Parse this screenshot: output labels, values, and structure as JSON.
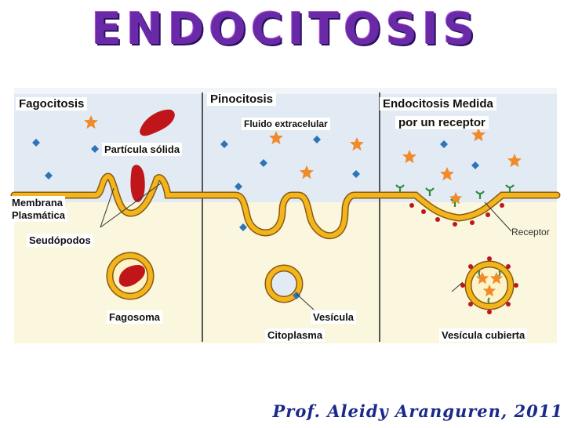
{
  "title": "ENDOCITOSIS",
  "sections": {
    "fagocitosis": "Fagocitosis",
    "pinocitosis": "Pinocitosis",
    "receptor_mediated_line1": "Endocitosis Medida",
    "receptor_mediated_line2": "por un receptor"
  },
  "labels": {
    "particula_solida": "Partícula sólida",
    "membrana_line1": "Membrana",
    "membrana_line2": "Plasmática",
    "seudopodos": "Seudópodos",
    "fagosoma": "Fagosoma",
    "fluido_extracelular": "Fluido extracelular",
    "vesicula": "Vesícula",
    "citoplasma": "Citoplasma",
    "receptor": "Receptor",
    "vesicula_cubierta": "Vesícula cubierta"
  },
  "credit": "Prof. Aleidy Aranguren, 2011",
  "colors": {
    "membrane": "#f2b51c",
    "membrane_edge": "#8a5a10",
    "extracellular": "#dfe9f3",
    "cytoplasm": "#fbf5dc",
    "star": "#f08a2a",
    "diamond": "#2f73b8",
    "particle": "#c0161a",
    "receptor": "#2f8a3a",
    "title": "#6a2aa8"
  }
}
